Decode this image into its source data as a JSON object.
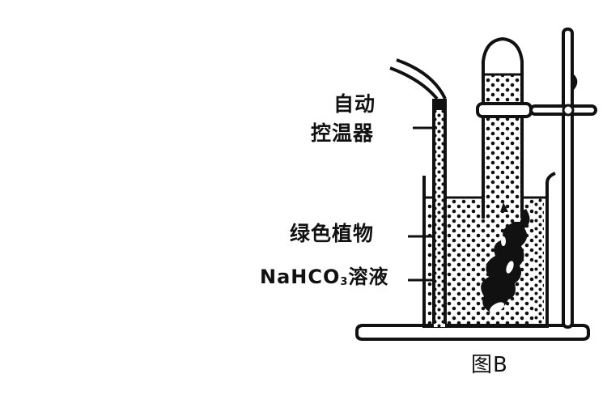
{
  "diagram": {
    "title": "图B",
    "labels": {
      "controller_line1": "自动",
      "controller_line2": "控温器",
      "plant": "绿色植物",
      "solution_prefix": "NaHCO",
      "solution_subscript": "3",
      "solution_suffix": "溶液"
    },
    "components": [
      "auto-temperature-controller",
      "beaker",
      "inverted-test-tube",
      "green-plant",
      "nahco3-solution",
      "ring-stand",
      "clamp",
      "stand-base"
    ],
    "colors": {
      "ink": "#111111",
      "background": "#ffffff"
    }
  }
}
